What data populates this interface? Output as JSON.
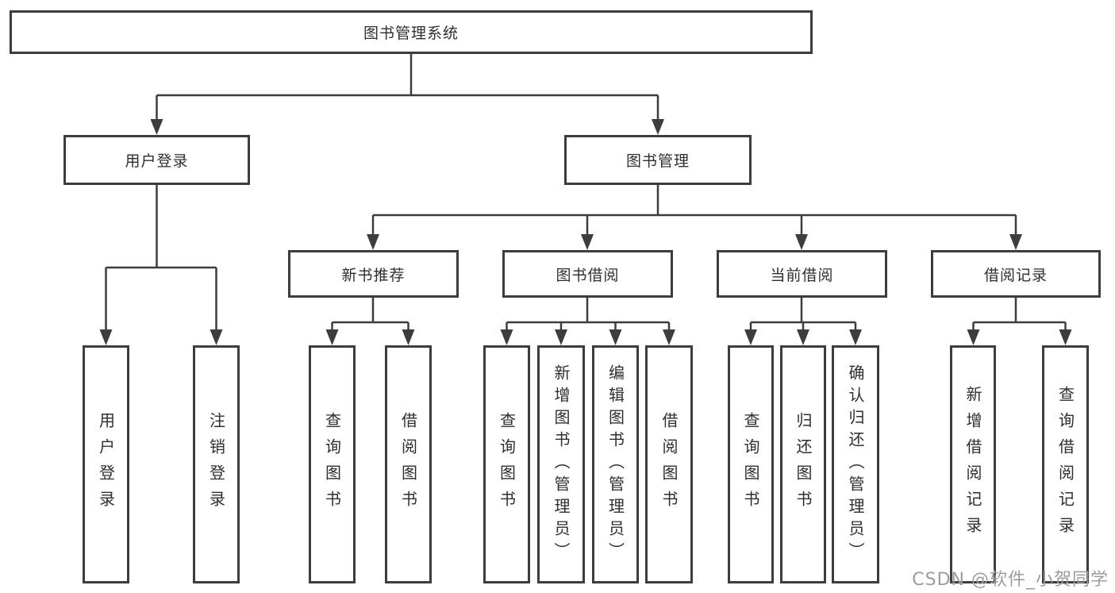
{
  "diagram": {
    "title": "图书管理系统",
    "nodes": {
      "root": "图书管理系统",
      "user_login": "用户登录",
      "book_mgmt": "图书管理",
      "new_book_rec": "新书推荐",
      "book_borrow": "图书借阅",
      "current_borrow": "当前借阅",
      "borrow_records": "借阅记录",
      "leaf_user_login": "用户登录",
      "leaf_logout": "注销登录",
      "leaf_nb_query": "查询图书",
      "leaf_nb_borrow": "借阅图书",
      "leaf_bb_query": "查询图书",
      "leaf_bb_add": "新增图书（管理员）",
      "leaf_bb_edit": "编辑图书（管理员）",
      "leaf_bb_borrow": "借阅图书",
      "leaf_cb_query": "查询图书",
      "leaf_cb_return": "归还图书",
      "leaf_cb_confirm": "确认归还（管理员）",
      "leaf_br_add": "新增借阅记录",
      "leaf_br_query": "查询借阅记录"
    },
    "colors": {
      "line": "#3d3d3d",
      "text": "#2e2e2e",
      "watermark": "#9c9c9c",
      "background": "#ffffff"
    },
    "watermark": "CSDN @软件_小贺同学"
  }
}
